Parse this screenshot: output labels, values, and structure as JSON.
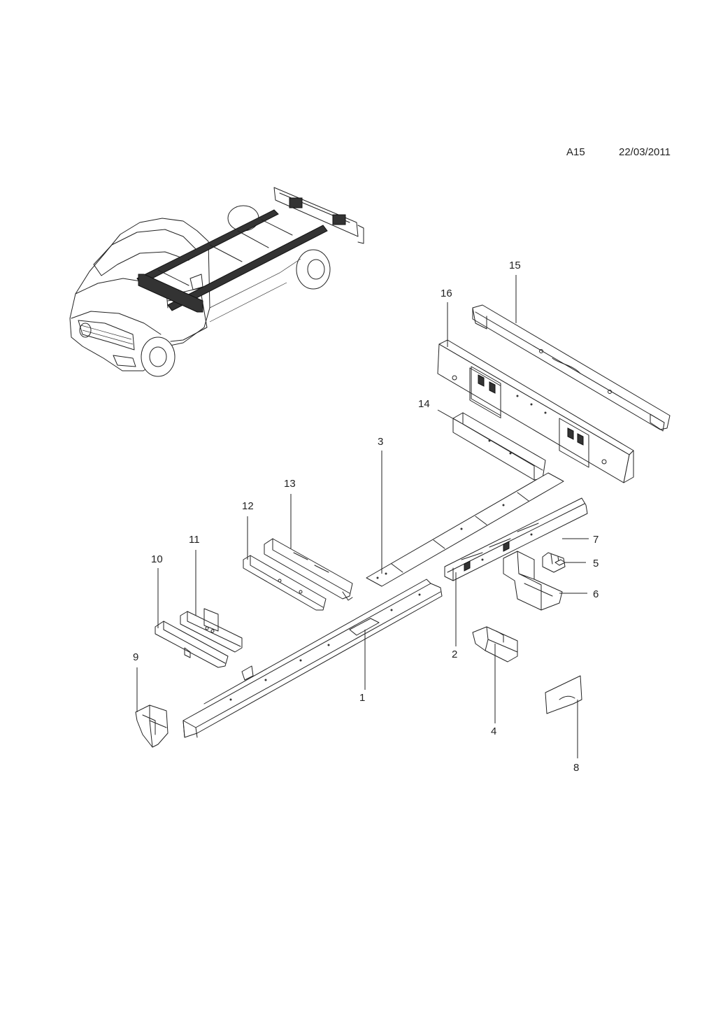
{
  "header": {
    "sheet_code": "A15",
    "date": "22/03/2011"
  },
  "callouts": [
    {
      "id": "c1",
      "label": "1"
    },
    {
      "id": "c2",
      "label": "2"
    },
    {
      "id": "c3",
      "label": "3"
    },
    {
      "id": "c4",
      "label": "4"
    },
    {
      "id": "c5",
      "label": "5"
    },
    {
      "id": "c6",
      "label": "6"
    },
    {
      "id": "c7",
      "label": "7"
    },
    {
      "id": "c8",
      "label": "8"
    },
    {
      "id": "c9",
      "label": "9"
    },
    {
      "id": "c10",
      "label": "10"
    },
    {
      "id": "c11",
      "label": "11"
    },
    {
      "id": "c12",
      "label": "12"
    },
    {
      "id": "c13",
      "label": "13"
    },
    {
      "id": "c14",
      "label": "14"
    },
    {
      "id": "c15",
      "label": "15"
    },
    {
      "id": "c16",
      "label": "16"
    }
  ]
}
